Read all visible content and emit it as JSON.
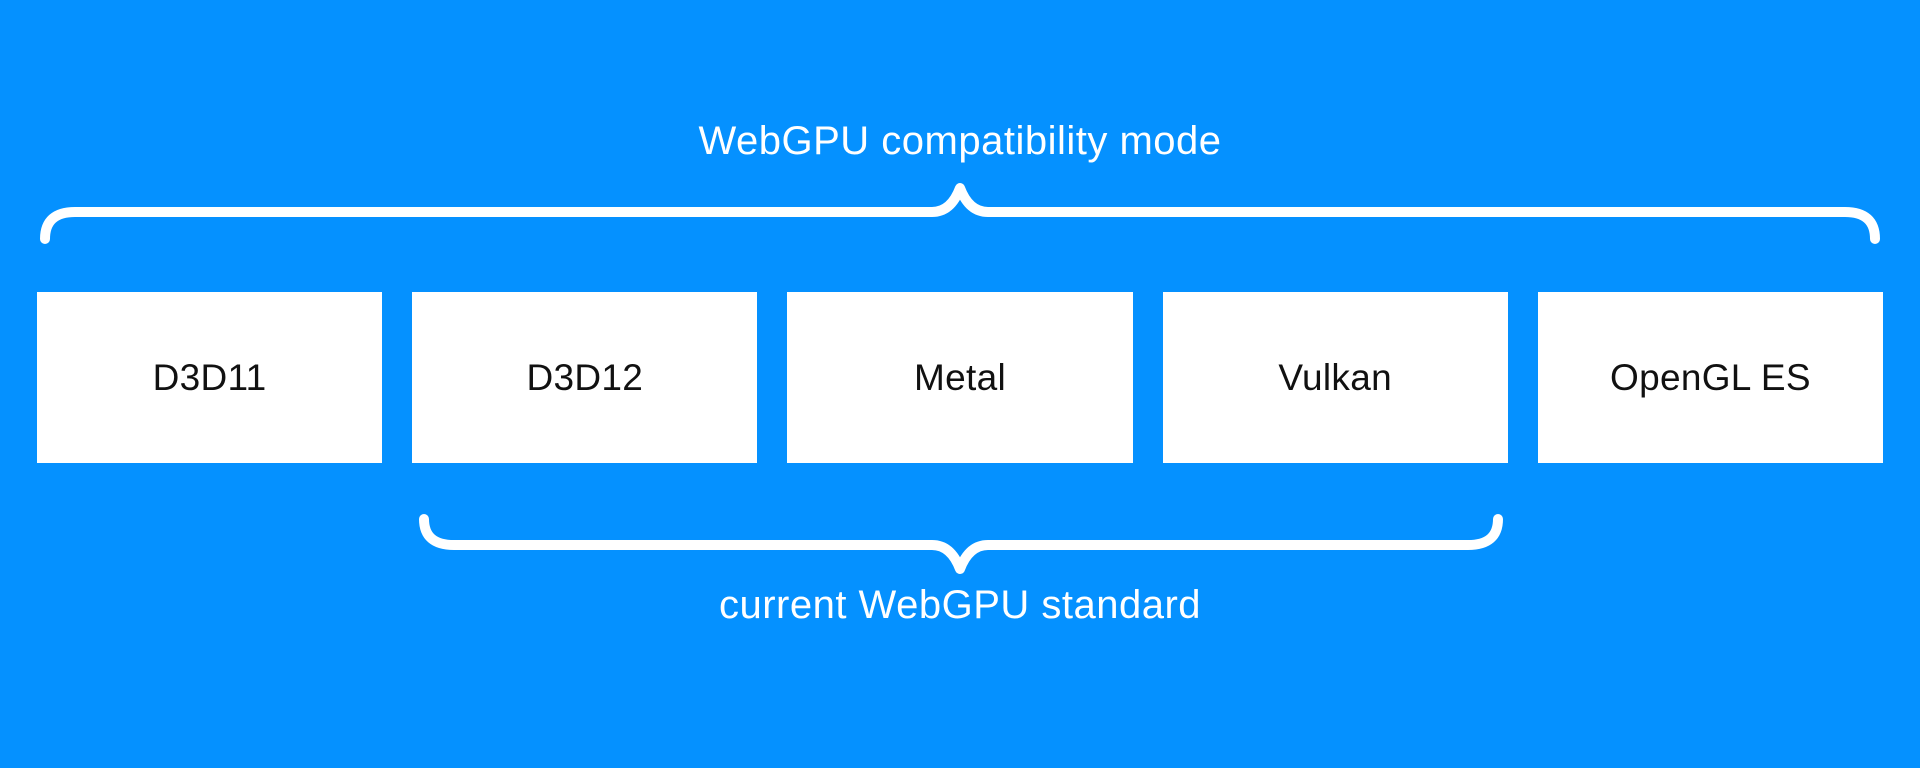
{
  "diagram": {
    "top_group": {
      "label": "WebGPU compatibility mode",
      "spans": [
        "D3D11",
        "D3D12",
        "Metal",
        "Vulkan",
        "OpenGL ES"
      ]
    },
    "bottom_group": {
      "label": "current WebGPU standard",
      "spans": [
        "D3D12",
        "Metal",
        "Vulkan"
      ]
    },
    "boxes": [
      {
        "label": "D3D11"
      },
      {
        "label": "D3D12"
      },
      {
        "label": "Metal"
      },
      {
        "label": "Vulkan"
      },
      {
        "label": "OpenGL ES"
      }
    ],
    "colors": {
      "background": "#0591ff",
      "box_background": "#ffffff",
      "box_text": "#111111",
      "label_text": "#ffffff",
      "brace": "#ffffff"
    }
  }
}
